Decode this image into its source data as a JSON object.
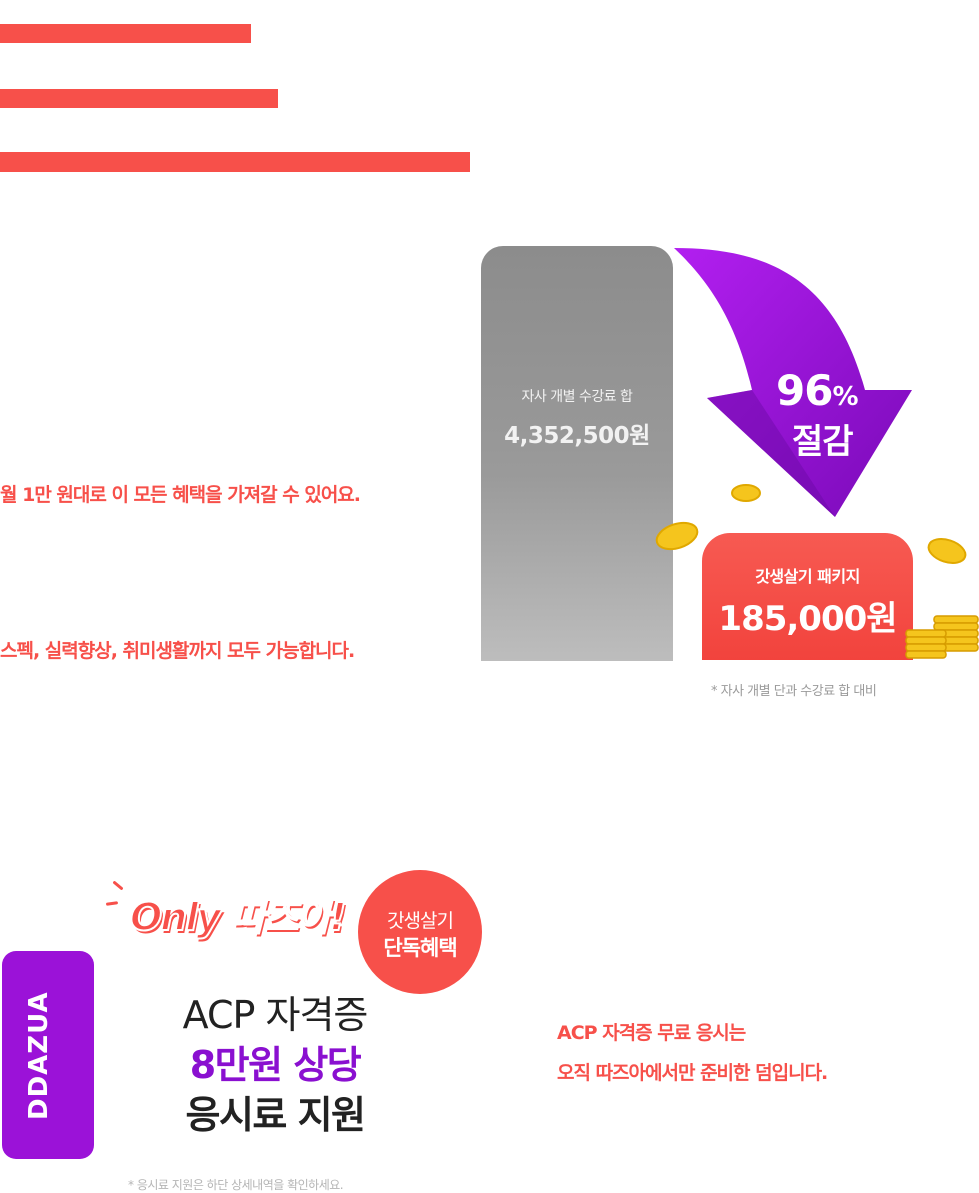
{
  "intro": {
    "line1": "월 1만 원대로 이 모든 혜택을 가져갈 수 있어요.",
    "line2": "스펙, 실력향상, 취미생활까지 모두 가능합니다."
  },
  "comparison": {
    "individual_label": "자사 개별 수강료 합",
    "individual_price": "4,352,500원",
    "discount_value": "96",
    "discount_unit": "%",
    "discount_asterisk": "*",
    "discount_word": "절감",
    "package_label": "갓생살기 패키지",
    "package_price": "185,000원",
    "footnote": "* 자사 개별 단과 수강료 합 대비"
  },
  "benefit": {
    "ribbon_text": "DDAZUA",
    "only_text": "Only 따즈아!",
    "badge_line1": "갓생살기",
    "badge_line2": "단독혜택",
    "headline1": "ACP 자격증",
    "headline2": "8만원 상당",
    "headline3": "응시료 지원",
    "footnote": "* 응시료 지원은 하단 상세내역을 확인하세요.",
    "desc_line1": "ACP 자격증 무료 응시는",
    "desc_line2": "오직 따즈아에서만 준비한 덤입니다."
  },
  "colors": {
    "accent_red": "#f7504a",
    "accent_purple": "#9b12d8",
    "gray_bar": "#8c8c8c",
    "coin": "#f5c51d"
  }
}
